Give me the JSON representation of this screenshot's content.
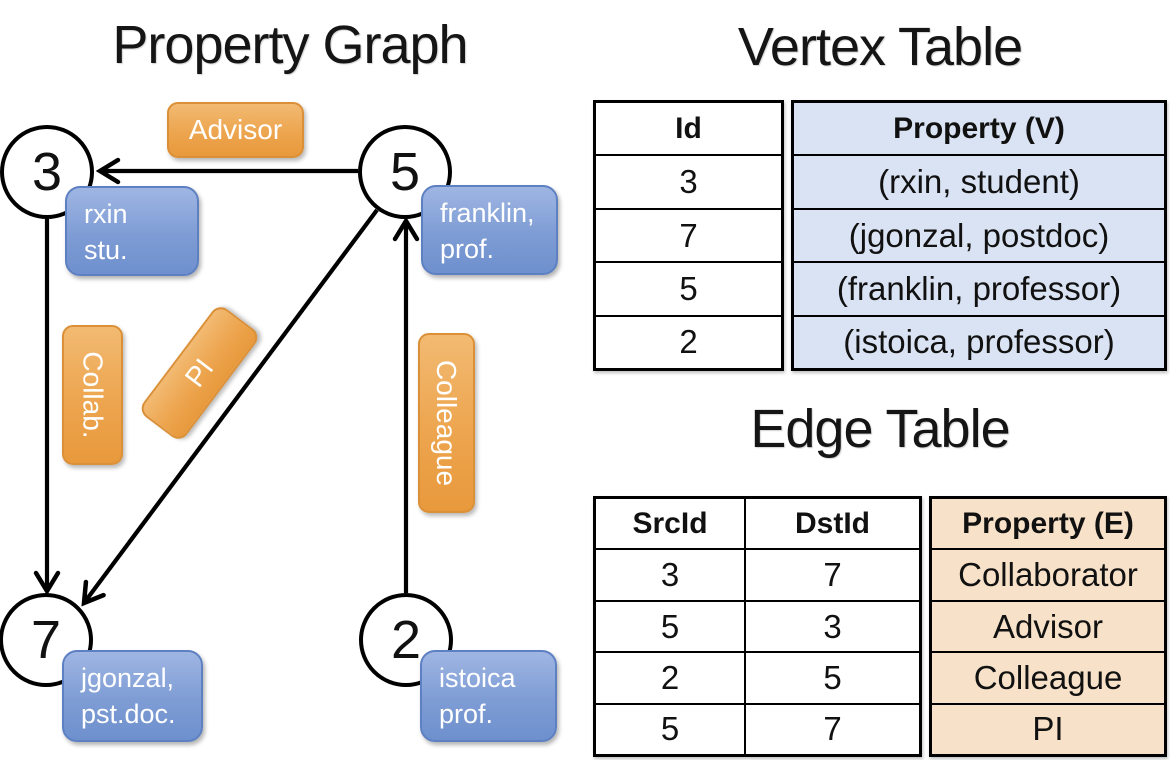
{
  "titles": {
    "graph": "Property Graph",
    "vertex_table": "Vertex Table",
    "edge_table": "Edge Table"
  },
  "graph": {
    "nodes": [
      {
        "id": "3",
        "prop_line1": "rxin",
        "prop_line2": "stu."
      },
      {
        "id": "5",
        "prop_line1": "franklin,",
        "prop_line2": "prof."
      },
      {
        "id": "7",
        "prop_line1": "jgonzal,",
        "prop_line2": "pst.doc."
      },
      {
        "id": "2",
        "prop_line1": "istoica",
        "prop_line2": "prof."
      }
    ],
    "edge_labels": {
      "advisor": "Advisor",
      "collab": "Collab.",
      "pi": "PI",
      "colleague": "Colleague"
    }
  },
  "vertex_table": {
    "id_header": "Id",
    "property_header": "Property (V)",
    "ids": [
      "3",
      "7",
      "5",
      "2"
    ],
    "properties": [
      "(rxin, student)",
      "(jgonzal, postdoc)",
      "(franklin, professor)",
      "(istoica, professor)"
    ]
  },
  "edge_table": {
    "src_header": "SrcId",
    "dst_header": "DstId",
    "property_header": "Property (E)",
    "rows": [
      {
        "src": "3",
        "dst": "7",
        "prop": "Collaborator"
      },
      {
        "src": "5",
        "dst": "3",
        "prop": "Advisor"
      },
      {
        "src": "2",
        "dst": "5",
        "prop": "Colleague"
      },
      {
        "src": "5",
        "dst": "7",
        "prop": "PI"
      }
    ]
  },
  "colors": {
    "orange_box": "#EFA44B",
    "blue_box": "#7E9CD4",
    "vertex_property_fill": "#DAE3F3",
    "edge_property_fill": "#F7E1C8",
    "line_black": "#000000"
  }
}
